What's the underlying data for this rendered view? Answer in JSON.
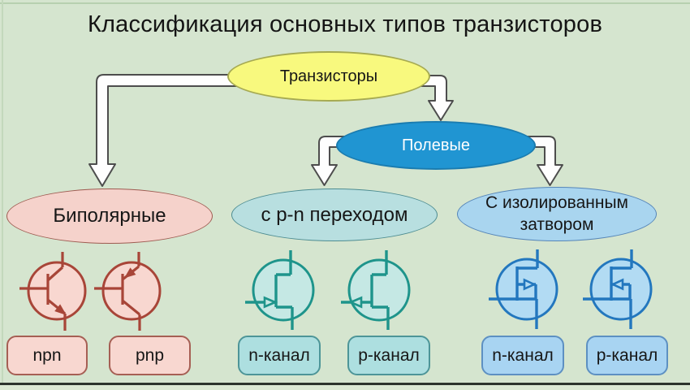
{
  "title": "Классификация основных типов транзисторов",
  "nodes": {
    "transistors": "Транзисторы",
    "field_effect": "Полевые",
    "bipolar": "Биполярные",
    "pn_junction": "с p-n переходом",
    "insulated_gate_line1": "С изолированным",
    "insulated_gate_line2": "затвором"
  },
  "type_labels": {
    "bipolar_npn": "npn",
    "bipolar_pnp": "pnp",
    "jfet_n": "n-канал",
    "jfet_p": "p-канал",
    "mosfet_n": "n-канал",
    "mosfet_p": "p-канал"
  },
  "symbols": [
    {
      "icon": "npn-transistor-symbol-icon"
    },
    {
      "icon": "pnp-transistor-symbol-icon"
    },
    {
      "icon": "jfet-n-channel-symbol-icon"
    },
    {
      "icon": "jfet-p-channel-symbol-icon"
    },
    {
      "icon": "mosfet-n-channel-symbol-icon"
    },
    {
      "icon": "mosfet-p-channel-symbol-icon"
    }
  ],
  "colors": {
    "bg": "#d5e5cf",
    "root_fill": "#f8f97e",
    "root_border": "#a6aa52",
    "fe_fill": "#2095d2",
    "fe_border": "#1a7cb0",
    "bipolar_fill": "#f5d2cb",
    "bipolar_border": "#9e5b51",
    "pn_fill": "#b8dfe0",
    "pn_border": "#4d8c91",
    "ig_fill": "#a9d5ef",
    "ig_border": "#5585b8",
    "tag_pink_fill": "#f8d7d0",
    "tag_pink_border": "#a65f54",
    "tag_cyan_fill": "#addfe0",
    "tag_cyan_border": "#4d9598",
    "tag_blue_fill": "#a8d4f2",
    "tag_blue_border": "#5d90c2",
    "bip_fill": "#f8d7d0",
    "bip_stroke": "#a84538",
    "jfet_fill": "#c5e8e4",
    "jfet_stroke": "#1e948b",
    "mos_fill": "#b2dbf3",
    "mos_stroke": "#2377be",
    "arrow_stroke": "#4d4d4d"
  }
}
